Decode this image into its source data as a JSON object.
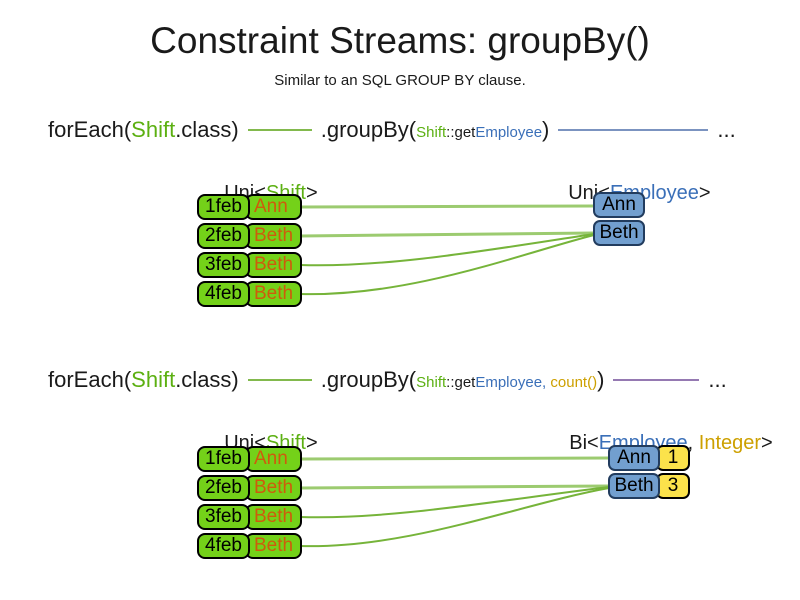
{
  "title": "Constraint Streams: groupBy()",
  "subtitle": "Similar to an SQL GROUP BY clause.",
  "colors": {
    "green_box": "#74d119",
    "blue_box": "#729fcf",
    "yellow_box": "#fbe24b",
    "blue_border": "#223c5e",
    "green_text": "#5cb012",
    "blue_text": "#3a6fb8",
    "orange_text": "#cf5b0c",
    "yellow_text": "#cda000",
    "green_line": "#82b94d",
    "green_line_light": "#9ccb70",
    "green_line_dark": "#76b43a",
    "blue_line": "#7b93c0",
    "purple_line": "#9579b2"
  },
  "section1": {
    "code": {
      "foreach_open": "forEach(",
      "foreach_class": "Shift",
      "foreach_close": ".class)",
      "groupby_open": ".groupBy(",
      "arg_class": "Shift",
      "arg_method": "::get",
      "arg_prop": "Employee",
      "groupby_close": ")",
      "ellipsis": "..."
    },
    "left_label": {
      "pre": "Uni<",
      "type": "Shift",
      "post": ">"
    },
    "right_label": {
      "pre": "Uni<",
      "type": "Employee",
      "post": ">"
    },
    "rows": [
      {
        "date": "1feb",
        "name": "Ann"
      },
      {
        "date": "2feb",
        "name": "Beth"
      },
      {
        "date": "3feb",
        "name": "Beth"
      },
      {
        "date": "4feb",
        "name": "Beth"
      }
    ],
    "results": [
      {
        "name": "Ann"
      },
      {
        "name": "Beth"
      }
    ]
  },
  "section2": {
    "code": {
      "foreach_open": "forEach(",
      "foreach_class": "Shift",
      "foreach_close": ".class)",
      "groupby_open": ".groupBy(",
      "arg_class": "Shift",
      "arg_method": "::get",
      "arg_prop": "Employee",
      "arg_comma": ",",
      "arg_count": " count()",
      "groupby_close": ")",
      "ellipsis": "..."
    },
    "left_label": {
      "pre": "Uni<",
      "type": "Shift",
      "post": ">"
    },
    "right_label": {
      "pre": "Bi<",
      "type1": "Employee",
      "sep": ", ",
      "type2": "Integer",
      "post": ">"
    },
    "rows": [
      {
        "date": "1feb",
        "name": "Ann"
      },
      {
        "date": "2feb",
        "name": "Beth"
      },
      {
        "date": "3feb",
        "name": "Beth"
      },
      {
        "date": "4feb",
        "name": "Beth"
      }
    ],
    "results": [
      {
        "name": "Ann",
        "count": "1"
      },
      {
        "name": "Beth",
        "count": "3"
      }
    ]
  }
}
